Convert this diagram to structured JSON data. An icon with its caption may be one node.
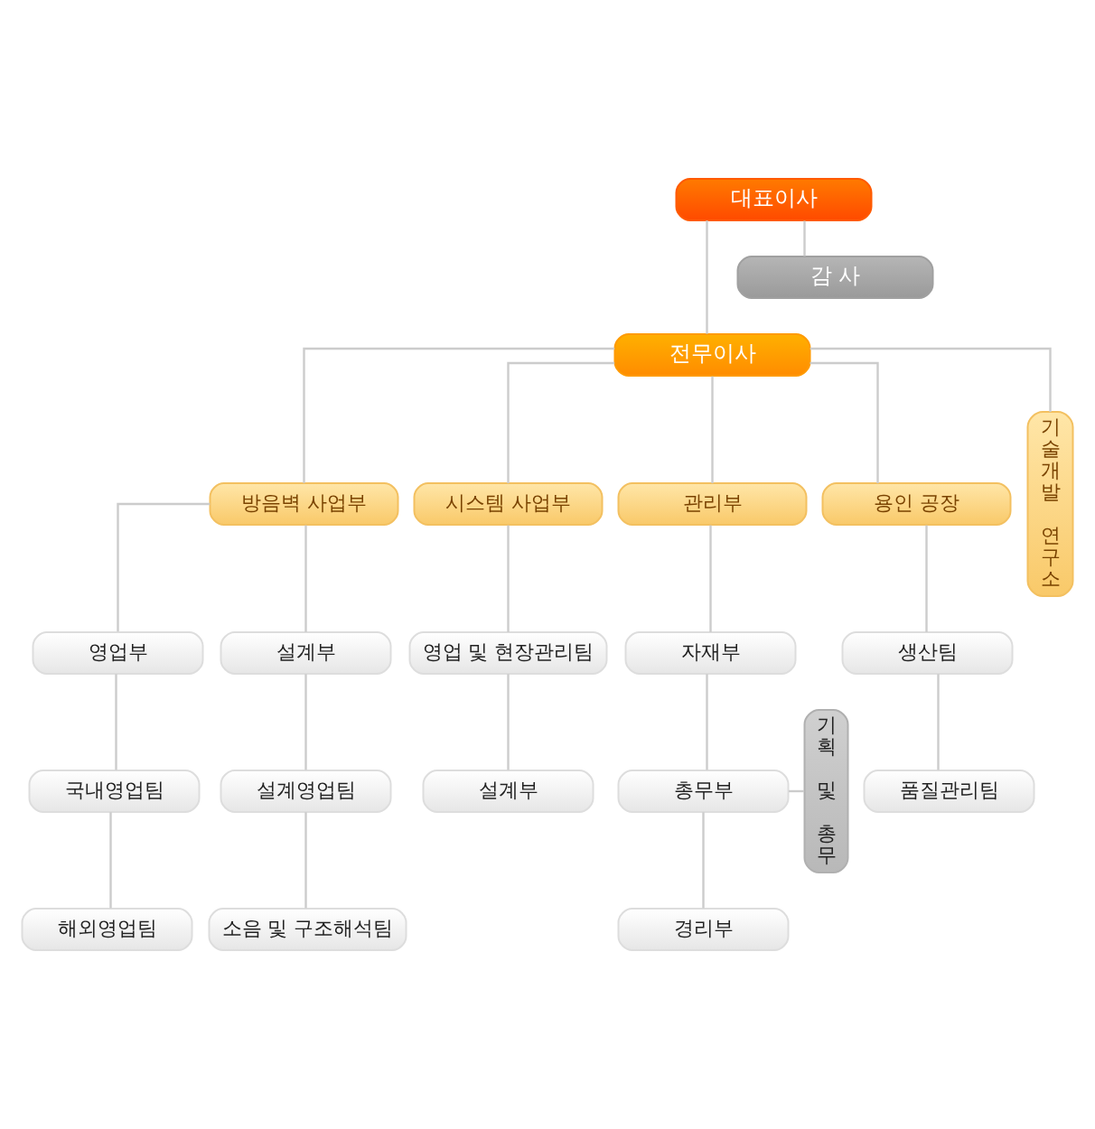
{
  "diagram": {
    "nodes": [
      {
        "text": [
          "대표이사"
        ]
      },
      {
        "text": [
          "감 사"
        ]
      },
      {
        "text": [
          "전무이사"
        ]
      },
      {
        "text": [
          "방음벽 사업부"
        ]
      },
      {
        "text": [
          "시스템 사업부"
        ]
      },
      {
        "text": [
          "관리부"
        ]
      },
      {
        "text": [
          "용인 공장"
        ]
      },
      {
        "text": [
          "기술개발 연구소"
        ]
      },
      {
        "text": [
          "영업부"
        ]
      },
      {
        "text": [
          "국내영업팀"
        ]
      },
      {
        "text": [
          "해외영업팀"
        ]
      },
      {
        "text": [
          "설계부"
        ]
      },
      {
        "text": [
          "설계영업팀"
        ]
      },
      {
        "text": [
          "소음 및 구조해석팀"
        ]
      },
      {
        "text": [
          "영업 및 현장관리팀"
        ]
      },
      {
        "text": [
          "설계부"
        ]
      },
      {
        "text": [
          "자재부"
        ]
      },
      {
        "text": [
          "총무부"
        ]
      },
      {
        "text": [
          "경리부"
        ]
      },
      {
        "text": [
          "기획 및 총무"
        ]
      },
      {
        "text": [
          "생산팀"
        ]
      },
      {
        "text": [
          "품질관리팀"
        ]
      }
    ],
    "edges": [
      {
        "from": 0,
        "to": 2,
        "arrow": "none"
      },
      {
        "from": 0,
        "to": 1,
        "arrow": "none"
      },
      {
        "from": 2,
        "to": 3,
        "arrow": "none"
      },
      {
        "from": 2,
        "to": 4,
        "arrow": "none"
      },
      {
        "from": 2,
        "to": 5,
        "arrow": "none"
      },
      {
        "from": 2,
        "to": 6,
        "arrow": "none"
      },
      {
        "from": 2,
        "to": 7,
        "arrow": "none"
      },
      {
        "from": 3,
        "to": 8,
        "arrow": "none"
      },
      {
        "from": 3,
        "to": 11,
        "arrow": "none"
      },
      {
        "from": 8,
        "to": 9,
        "arrow": "none"
      },
      {
        "from": 9,
        "to": 10,
        "arrow": "none"
      },
      {
        "from": 11,
        "to": 12,
        "arrow": "none"
      },
      {
        "from": 12,
        "to": 13,
        "arrow": "none"
      },
      {
        "from": 4,
        "to": 14,
        "arrow": "none"
      },
      {
        "from": 14,
        "to": 15,
        "arrow": "none"
      },
      {
        "from": 5,
        "to": 16,
        "arrow": "none"
      },
      {
        "from": 16,
        "to": 17,
        "arrow": "none"
      },
      {
        "from": 17,
        "to": 18,
        "arrow": "none"
      },
      {
        "from": 17,
        "to": 19,
        "arrow": "none"
      },
      {
        "from": 6,
        "to": 20,
        "arrow": "none"
      },
      {
        "from": 20,
        "to": 21,
        "arrow": "none"
      }
    ]
  }
}
